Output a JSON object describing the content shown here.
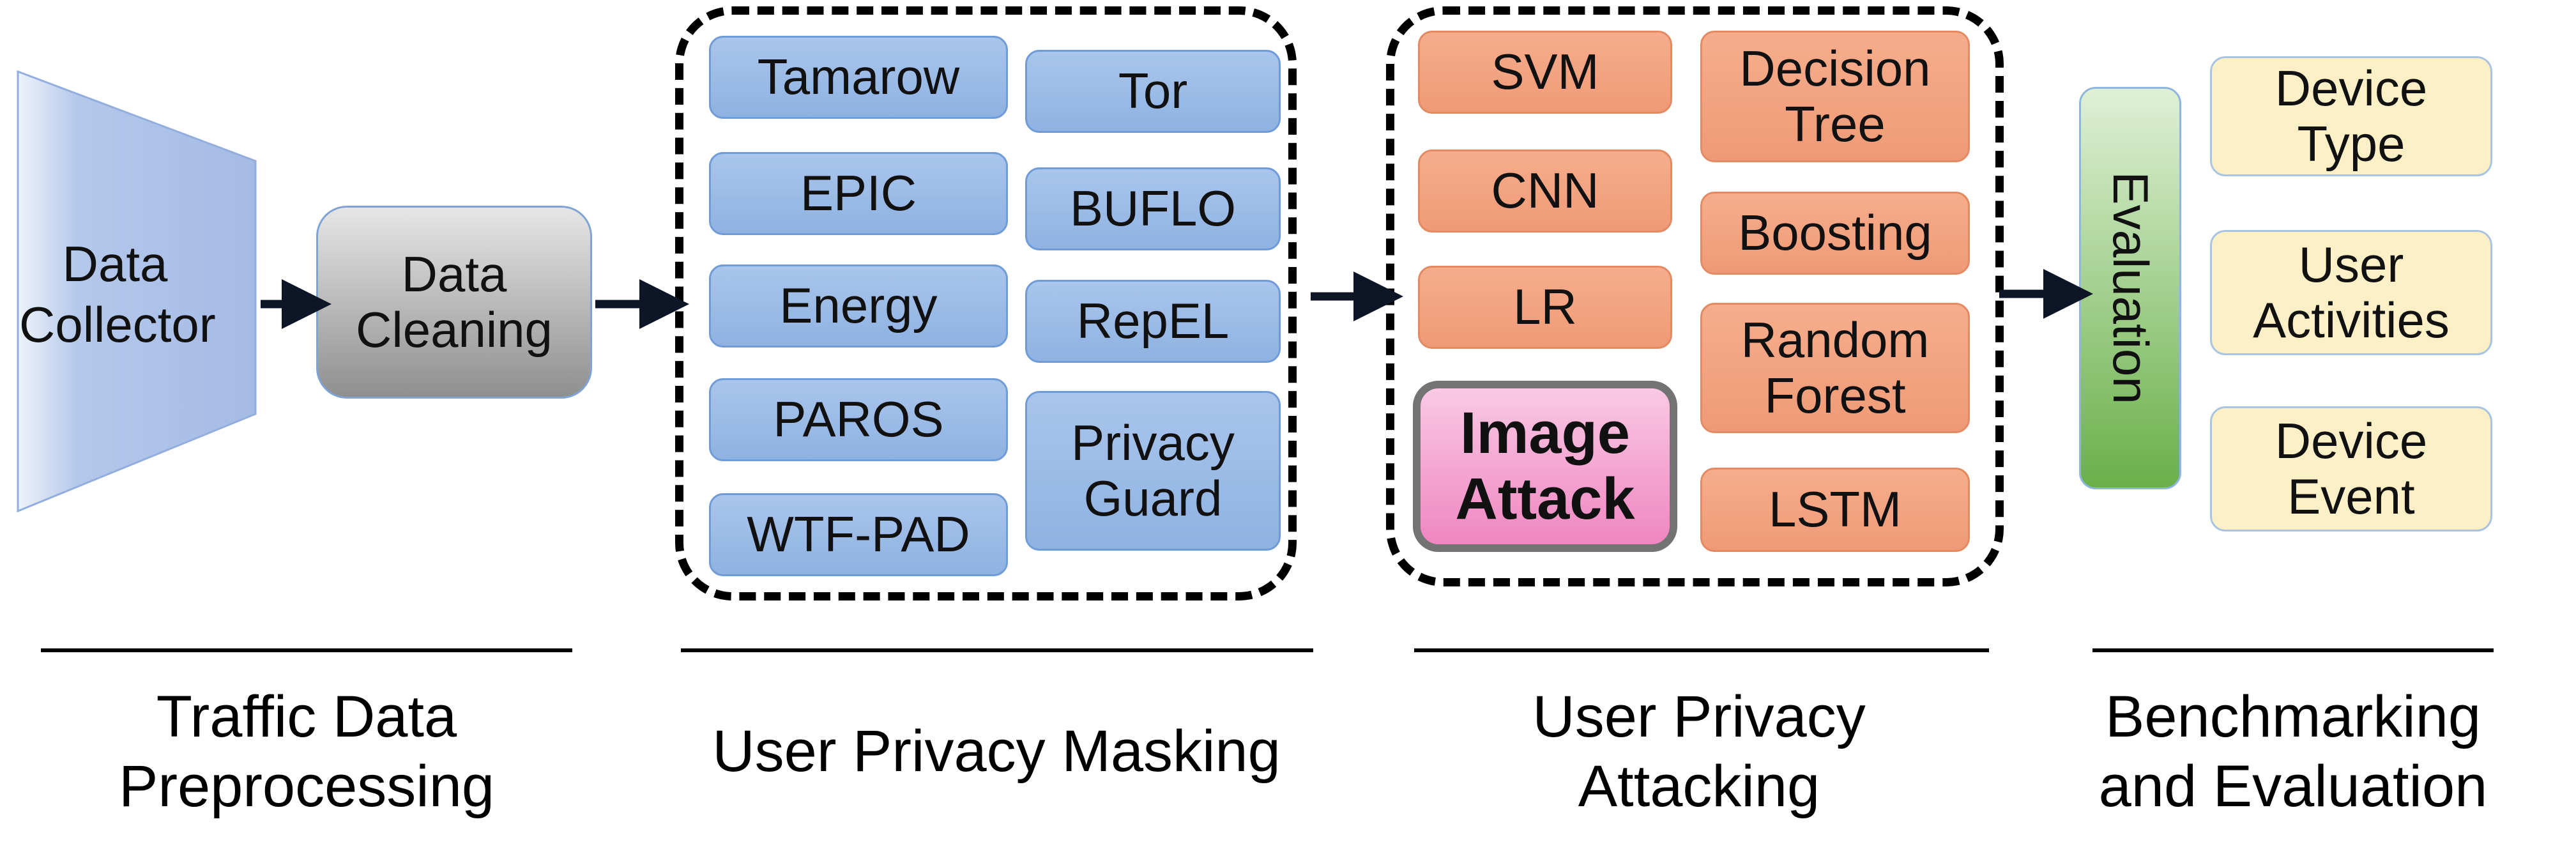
{
  "preprocessing": {
    "collector_label": "Data\nCollector",
    "cleaning_label": "Data\nCleaning",
    "caption": "Traffic Data\nPreprocessing"
  },
  "masking": {
    "methods": [
      "Tamarow",
      "Tor",
      "EPIC",
      "BUFLO",
      "Energy",
      "RepEL",
      "PAROS",
      "Privacy\nGuard",
      "WTF-PAD"
    ],
    "caption": "User Privacy Masking"
  },
  "attacking": {
    "models": [
      "SVM",
      "Decision\nTree",
      "CNN",
      "Boosting",
      "LR",
      "Random\nForest",
      "LSTM"
    ],
    "image_attack": "Image\nAttack",
    "caption": "User Privacy\nAttacking"
  },
  "evaluation": {
    "label": "Evaluation",
    "targets": [
      "Device\nType",
      "User\nActivities",
      "Device\nEvent"
    ],
    "caption": "Benchmarking\nand Evaluation"
  },
  "colors": {
    "masking_box": "#9dbde8",
    "attack_box": "#f2a27f",
    "image_attack_box": "#f49ccc",
    "target_box": "#fdf0c6",
    "evaluation_box": "#6ab04a",
    "collector": "#a7bee6",
    "cleaning": "#b5b5b5"
  }
}
